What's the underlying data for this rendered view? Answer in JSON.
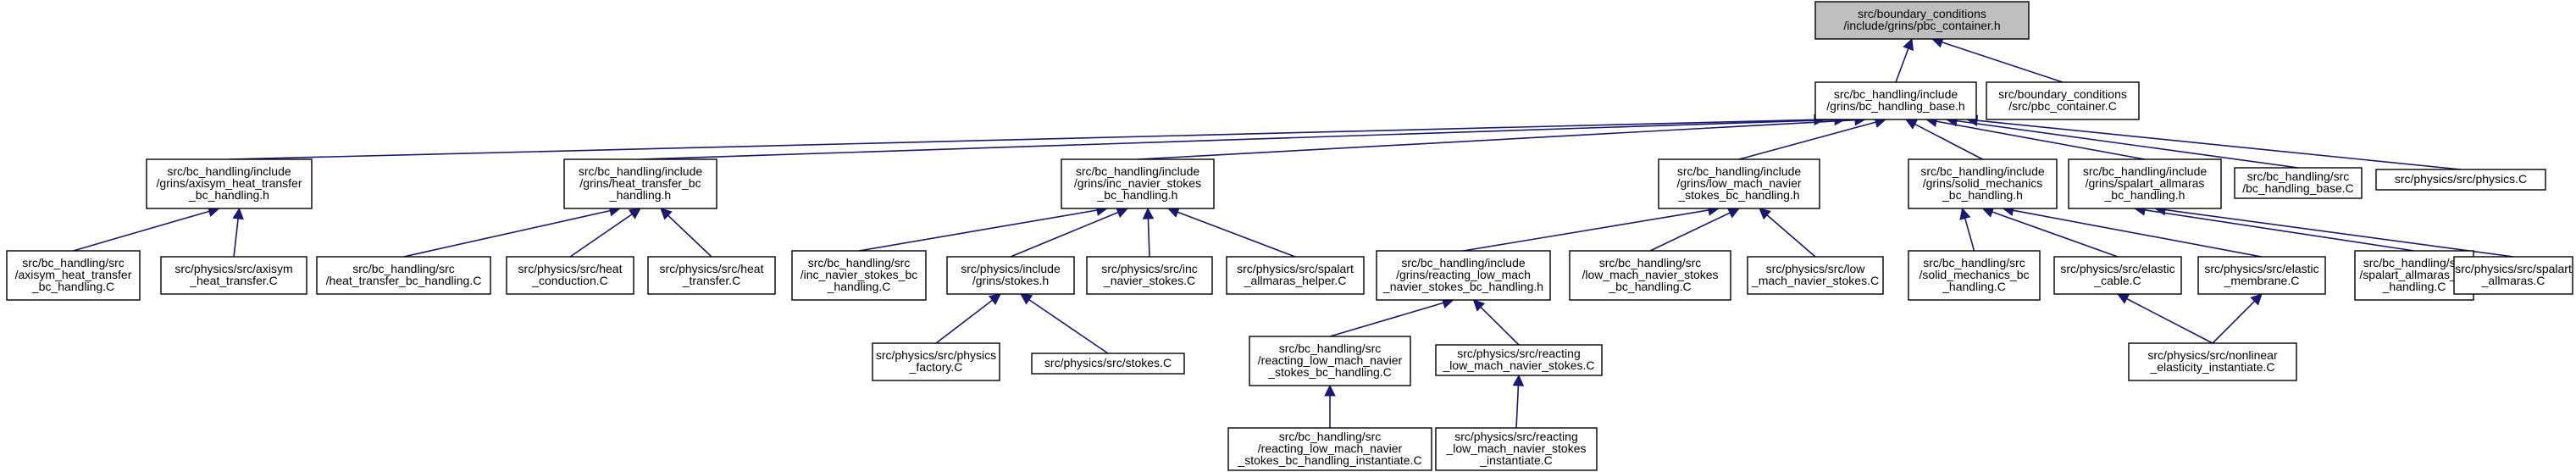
{
  "nodes": [
    {
      "id": "pbc_container_h",
      "lines": [
        "src/boundary_conditions",
        "/include/grins/pbc_container.h"
      ],
      "highlight": true
    },
    {
      "id": "bc_handling_base_h",
      "lines": [
        "src/bc_handling/include",
        "/grins/bc_handling_base.h"
      ]
    },
    {
      "id": "pbc_container_C",
      "lines": [
        "src/boundary_conditions",
        "/src/pbc_container.C"
      ]
    },
    {
      "id": "axisym_heat_transfer_bc_handling_h",
      "lines": [
        "src/bc_handling/include",
        "/grins/axisym_heat_transfer",
        "_bc_handling.h"
      ]
    },
    {
      "id": "heat_transfer_bc_handling_h",
      "lines": [
        "src/bc_handling/include",
        "/grins/heat_transfer_bc",
        "_handling.h"
      ]
    },
    {
      "id": "inc_navier_stokes_bc_handling_h",
      "lines": [
        "src/bc_handling/include",
        "/grins/inc_navier_stokes",
        "_bc_handling.h"
      ]
    },
    {
      "id": "low_mach_navier_stokes_bc_handling_h",
      "lines": [
        "src/bc_handling/include",
        "/grins/low_mach_navier",
        "_stokes_bc_handling.h"
      ]
    },
    {
      "id": "solid_mechanics_bc_handling_h",
      "lines": [
        "src/bc_handling/include",
        "/grins/solid_mechanics",
        "_bc_handling.h"
      ]
    },
    {
      "id": "spalart_allmaras_bc_handling_h",
      "lines": [
        "src/bc_handling/include",
        "/grins/spalart_allmaras",
        "_bc_handling.h"
      ]
    },
    {
      "id": "bc_handling_base_C",
      "lines": [
        "src/bc_handling/src",
        "/bc_handling_base.C"
      ]
    },
    {
      "id": "physics_C",
      "lines": [
        "src/physics/src/physics.C"
      ]
    },
    {
      "id": "axisym_heat_transfer_bc_handling_C",
      "lines": [
        "src/bc_handling/src",
        "/axisym_heat_transfer",
        "_bc_handling.C"
      ]
    },
    {
      "id": "axisym_heat_transfer_C",
      "lines": [
        "src/physics/src/axisym",
        "_heat_transfer.C"
      ]
    },
    {
      "id": "heat_transfer_bc_handling_C",
      "lines": [
        "src/bc_handling/src",
        "/heat_transfer_bc_handling.C"
      ]
    },
    {
      "id": "heat_conduction_C",
      "lines": [
        "src/physics/src/heat",
        "_conduction.C"
      ]
    },
    {
      "id": "heat_transfer_C",
      "lines": [
        "src/physics/src/heat",
        "_transfer.C"
      ]
    },
    {
      "id": "inc_navier_stokes_bc_handling_C",
      "lines": [
        "src/bc_handling/src",
        "/inc_navier_stokes_bc",
        "_handling.C"
      ]
    },
    {
      "id": "stokes_h",
      "lines": [
        "src/physics/include",
        "/grins/stokes.h"
      ]
    },
    {
      "id": "inc_navier_stokes_C",
      "lines": [
        "src/physics/src/inc",
        "_navier_stokes.C"
      ]
    },
    {
      "id": "spalart_allmaras_helper_C",
      "lines": [
        "src/physics/src/spalart",
        "_allmaras_helper.C"
      ]
    },
    {
      "id": "physics_factory_C",
      "lines": [
        "src/physics/src/physics",
        "_factory.C"
      ]
    },
    {
      "id": "stokes_C",
      "lines": [
        "src/physics/src/stokes.C"
      ]
    },
    {
      "id": "reacting_low_mach_navier_stokes_bc_handling_h",
      "lines": [
        "src/bc_handling/include",
        "/grins/reacting_low_mach",
        "_navier_stokes_bc_handling.h"
      ]
    },
    {
      "id": "low_mach_navier_stokes_bc_handling_C",
      "lines": [
        "src/bc_handling/src",
        "/low_mach_navier_stokes",
        "_bc_handling.C"
      ]
    },
    {
      "id": "low_mach_navier_stokes_C",
      "lines": [
        "src/physics/src/low",
        "_mach_navier_stokes.C"
      ]
    },
    {
      "id": "reacting_low_mach_navier_stokes_bc_handling_C",
      "lines": [
        "src/bc_handling/src",
        "/reacting_low_mach_navier",
        "_stokes_bc_handling.C"
      ]
    },
    {
      "id": "reacting_low_mach_navier_stokes_C",
      "lines": [
        "src/physics/src/reacting",
        "_low_mach_navier_stokes.C"
      ]
    },
    {
      "id": "reacting_low_mach_navier_stokes_bc_handling_instantiate_C",
      "lines": [
        "src/bc_handling/src",
        "/reacting_low_mach_navier",
        "_stokes_bc_handling_instantiate.C"
      ]
    },
    {
      "id": "reacting_low_mach_navier_stokes_instantiate_C",
      "lines": [
        "src/physics/src/reacting",
        "_low_mach_navier_stokes",
        "_instantiate.C"
      ]
    },
    {
      "id": "solid_mechanics_bc_handling_C",
      "lines": [
        "src/bc_handling/src",
        "/solid_mechanics_bc",
        "_handling.C"
      ]
    },
    {
      "id": "elastic_cable_C",
      "lines": [
        "src/physics/src/elastic",
        "_cable.C"
      ]
    },
    {
      "id": "elastic_membrane_C",
      "lines": [
        "src/physics/src/elastic",
        "_membrane.C"
      ]
    },
    {
      "id": "nonlinear_elasticity_instantiate_C",
      "lines": [
        "src/physics/src/nonlinear",
        "_elasticity_instantiate.C"
      ]
    },
    {
      "id": "spalart_allmaras_bc_handling_C",
      "lines": [
        "src/bc_handling/src",
        "/spalart_allmaras_bc",
        "_handling.C"
      ]
    },
    {
      "id": "spalart_allmaras_C",
      "lines": [
        "src/physics/src/spalart",
        "_allmaras.C"
      ]
    }
  ],
  "edges": [
    [
      "bc_handling_base_h",
      "pbc_container_h"
    ],
    [
      "pbc_container_C",
      "pbc_container_h"
    ],
    [
      "axisym_heat_transfer_bc_handling_h",
      "bc_handling_base_h"
    ],
    [
      "heat_transfer_bc_handling_h",
      "bc_handling_base_h"
    ],
    [
      "inc_navier_stokes_bc_handling_h",
      "bc_handling_base_h"
    ],
    [
      "low_mach_navier_stokes_bc_handling_h",
      "bc_handling_base_h"
    ],
    [
      "solid_mechanics_bc_handling_h",
      "bc_handling_base_h"
    ],
    [
      "spalart_allmaras_bc_handling_h",
      "bc_handling_base_h"
    ],
    [
      "bc_handling_base_C",
      "bc_handling_base_h"
    ],
    [
      "physics_C",
      "bc_handling_base_h"
    ],
    [
      "axisym_heat_transfer_bc_handling_C",
      "axisym_heat_transfer_bc_handling_h"
    ],
    [
      "axisym_heat_transfer_C",
      "axisym_heat_transfer_bc_handling_h"
    ],
    [
      "heat_transfer_bc_handling_C",
      "heat_transfer_bc_handling_h"
    ],
    [
      "heat_conduction_C",
      "heat_transfer_bc_handling_h"
    ],
    [
      "heat_transfer_C",
      "heat_transfer_bc_handling_h"
    ],
    [
      "inc_navier_stokes_bc_handling_C",
      "inc_navier_stokes_bc_handling_h"
    ],
    [
      "stokes_h",
      "inc_navier_stokes_bc_handling_h"
    ],
    [
      "inc_navier_stokes_C",
      "inc_navier_stokes_bc_handling_h"
    ],
    [
      "spalart_allmaras_helper_C",
      "inc_navier_stokes_bc_handling_h"
    ],
    [
      "physics_factory_C",
      "stokes_h"
    ],
    [
      "stokes_C",
      "stokes_h"
    ],
    [
      "reacting_low_mach_navier_stokes_bc_handling_h",
      "low_mach_navier_stokes_bc_handling_h"
    ],
    [
      "low_mach_navier_stokes_bc_handling_C",
      "low_mach_navier_stokes_bc_handling_h"
    ],
    [
      "low_mach_navier_stokes_C",
      "low_mach_navier_stokes_bc_handling_h"
    ],
    [
      "reacting_low_mach_navier_stokes_bc_handling_C",
      "reacting_low_mach_navier_stokes_bc_handling_h"
    ],
    [
      "reacting_low_mach_navier_stokes_C",
      "reacting_low_mach_navier_stokes_bc_handling_h"
    ],
    [
      "reacting_low_mach_navier_stokes_bc_handling_instantiate_C",
      "reacting_low_mach_navier_stokes_bc_handling_C"
    ],
    [
      "reacting_low_mach_navier_stokes_instantiate_C",
      "reacting_low_mach_navier_stokes_C"
    ],
    [
      "solid_mechanics_bc_handling_C",
      "solid_mechanics_bc_handling_h"
    ],
    [
      "elastic_cable_C",
      "solid_mechanics_bc_handling_h"
    ],
    [
      "elastic_membrane_C",
      "solid_mechanics_bc_handling_h"
    ],
    [
      "nonlinear_elasticity_instantiate_C",
      "elastic_cable_C"
    ],
    [
      "nonlinear_elasticity_instantiate_C",
      "elastic_membrane_C"
    ],
    [
      "spalart_allmaras_bc_handling_C",
      "spalart_allmaras_bc_handling_h"
    ],
    [
      "spalart_allmaras_C",
      "spalart_allmaras_bc_handling_h"
    ]
  ],
  "colors": {
    "edge": "#191970",
    "root_fill": "#bfbfbf",
    "node_fill": "#ffffff",
    "node_stroke": "#000000"
  }
}
